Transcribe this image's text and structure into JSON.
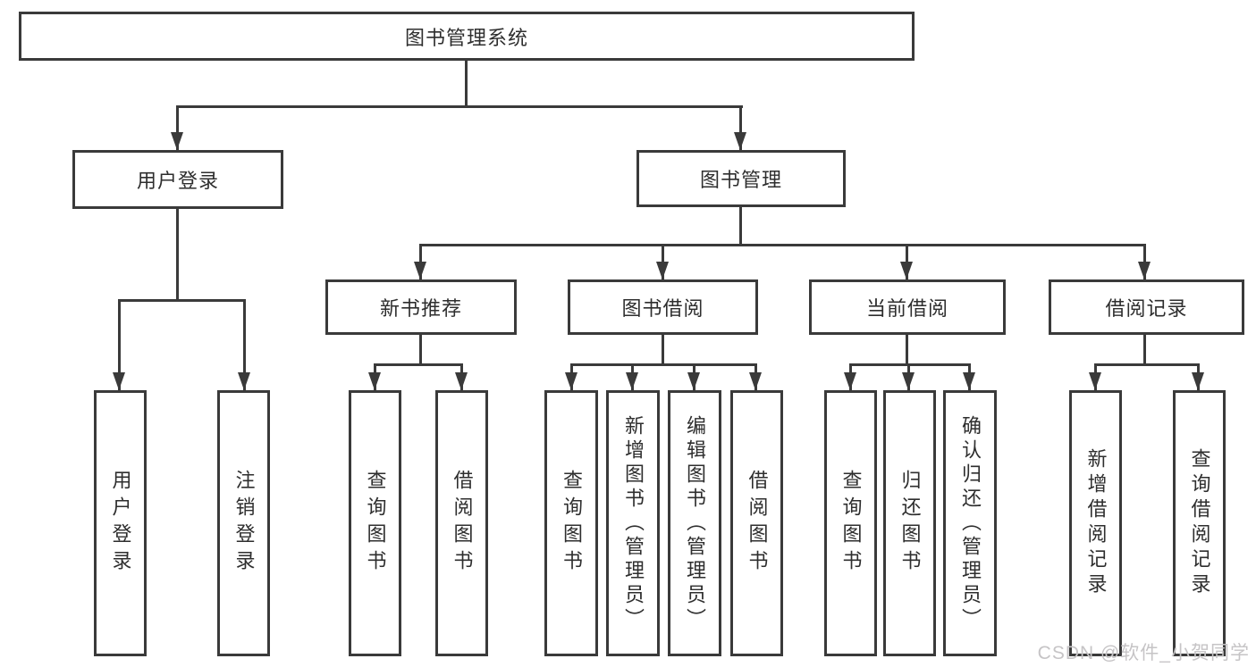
{
  "tree": {
    "label": "图书管理系统",
    "children": [
      {
        "label": "用户登录",
        "children": [
          {
            "label": "用户登录"
          },
          {
            "label": "注销登录"
          }
        ]
      },
      {
        "label": "图书管理",
        "children": [
          {
            "label": "新书推荐",
            "children": [
              {
                "label": "查询图书"
              },
              {
                "label": "借阅图书"
              }
            ]
          },
          {
            "label": "图书借阅",
            "children": [
              {
                "label": "查询图书"
              },
              {
                "label": "新增图书（管理员）"
              },
              {
                "label": "编辑图书（管理员）"
              },
              {
                "label": "借阅图书"
              }
            ]
          },
          {
            "label": "当前借阅",
            "children": [
              {
                "label": "查询图书"
              },
              {
                "label": "归还图书"
              },
              {
                "label": "确认归还（管理员）"
              }
            ]
          },
          {
            "label": "借阅记录",
            "children": [
              {
                "label": "新增借阅记录"
              },
              {
                "label": "查询借阅记录"
              }
            ]
          }
        ]
      }
    ]
  },
  "watermark": "CSDN @软件_小贺同学",
  "colors": {
    "line": "#3a3a3a",
    "text": "#2e2e2e",
    "watermark": "#c6c4c6",
    "background": "#ffffff"
  }
}
